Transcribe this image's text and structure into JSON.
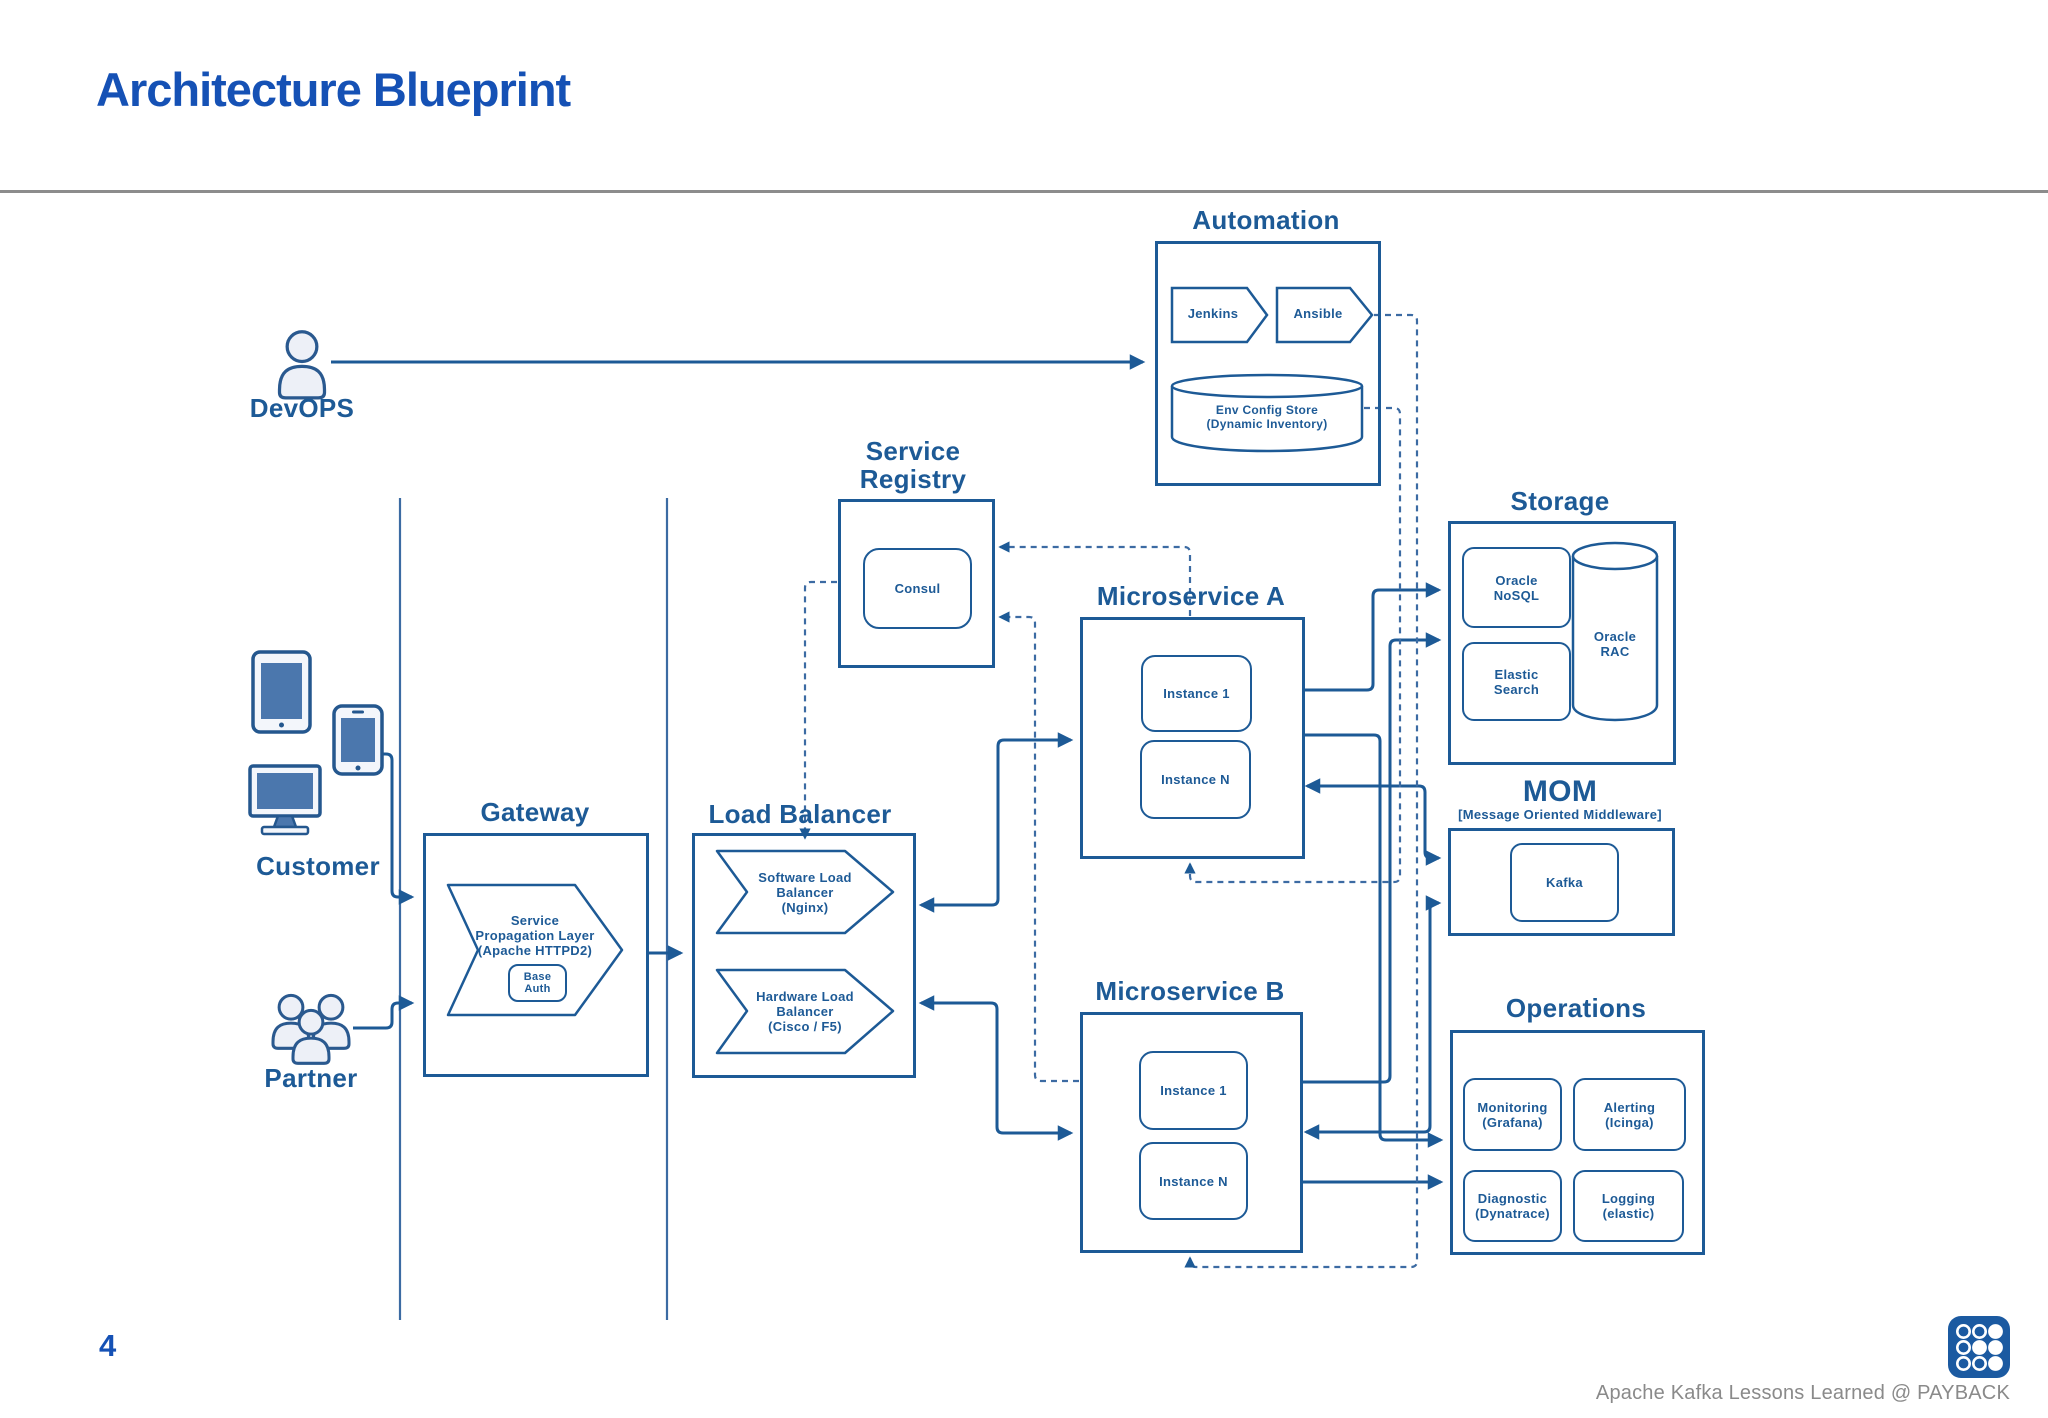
{
  "slide": {
    "title": "Architecture Blueprint",
    "page_number": "4",
    "footer": "Apache Kafka Lessons Learned @ PAYBACK"
  },
  "actors": {
    "devops": "DevOPS",
    "customer": "Customer",
    "partner": "Partner"
  },
  "automation": {
    "title": "Automation",
    "jenkins": "Jenkins",
    "ansible": "Ansible",
    "env_config_store": "Env Config Store\n(Dynamic Inventory)"
  },
  "service_registry": {
    "title": "Service\nRegistry",
    "consul": "Consul"
  },
  "microservice_a": {
    "title": "Microservice A",
    "instance_1": "Instance 1",
    "instance_n": "Instance N"
  },
  "microservice_b": {
    "title": "Microservice B",
    "instance_1": "Instance 1",
    "instance_n": "Instance N"
  },
  "storage": {
    "title": "Storage",
    "oracle_nosql": "Oracle\nNoSQL",
    "elastic_search": "Elastic\nSearch",
    "oracle_rac": "Oracle\nRAC"
  },
  "mom": {
    "title": "MOM",
    "subtitle": "[Message Oriented Middleware]",
    "kafka": "Kafka"
  },
  "operations": {
    "title": "Operations",
    "monitoring": "Monitoring\n(Grafana)",
    "alerting": "Alerting\n(Icinga)",
    "diagnostic": "Diagnostic\n(Dynatrace)",
    "logging": "Logging\n(elastic)"
  },
  "gateway": {
    "title": "Gateway",
    "service_propagation_layer": "Service\nPropagation Layer\n(Apache HTTPD2)",
    "base_auth": "Base\nAuth"
  },
  "load_balancer": {
    "title": "Load Balancer",
    "software_lb": "Software Load\nBalancer\n(Nginx)",
    "hardware_lb": "Hardware Load\nBalancer\n(Cisco / F5)"
  },
  "colors": {
    "diagram_blue": "#1d5a96",
    "title_blue": "#1551b5",
    "device_screen_blue": "#4b77ad",
    "logo_blue": "#1b5aa1",
    "footer_gray": "#8a8a8a"
  }
}
